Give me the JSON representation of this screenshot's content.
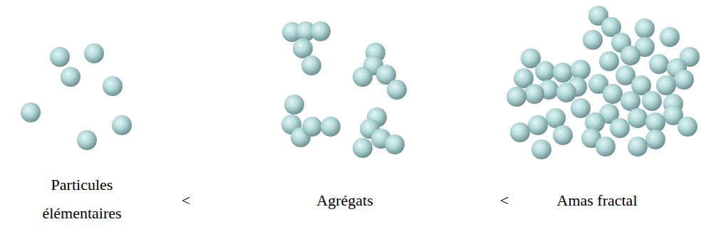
{
  "diagram": {
    "labels": [
      "Particules élémentaires",
      "<",
      "Agrégats",
      "<",
      "Amas fractal"
    ]
  }
}
